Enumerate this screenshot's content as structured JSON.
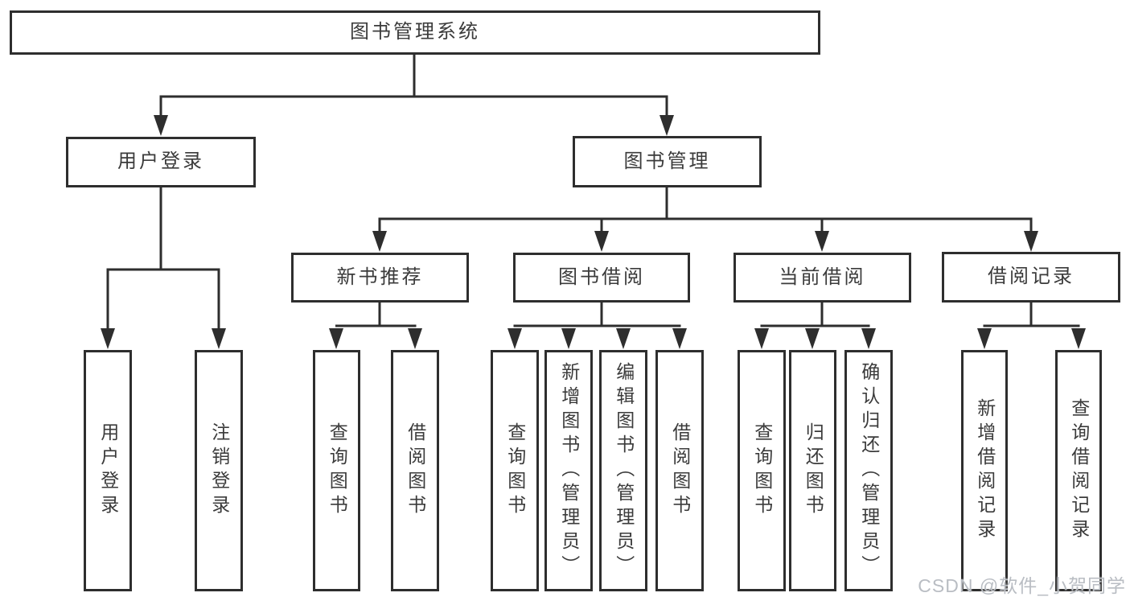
{
  "colors": {
    "line": "#2e2e2e",
    "text": "#3b3b3b",
    "watermark": "#b9bdc3",
    "background": "#ffffff"
  },
  "watermark": {
    "text": "CSDN @软件_小贺同学"
  },
  "tree": {
    "root": {
      "label": "图书管理系统"
    },
    "branches": [
      {
        "label": "用户登录",
        "children": [
          {
            "label": "用户登录"
          },
          {
            "label": "注销登录"
          }
        ]
      },
      {
        "label": "图书管理",
        "children": [
          {
            "label": "新书推荐",
            "children": [
              {
                "label": "查询图书"
              },
              {
                "label": "借阅图书"
              }
            ]
          },
          {
            "label": "图书借阅",
            "children": [
              {
                "label": "查询图书"
              },
              {
                "label": "新增图书（管理员）"
              },
              {
                "label": "编辑图书（管理员）"
              },
              {
                "label": "借阅图书"
              }
            ]
          },
          {
            "label": "当前借阅",
            "children": [
              {
                "label": "查询图书"
              },
              {
                "label": "归还图书"
              },
              {
                "label": "确认归还（管理员）"
              }
            ]
          },
          {
            "label": "借阅记录",
            "children": [
              {
                "label": "新增借阅记录"
              },
              {
                "label": "查询借阅记录"
              }
            ]
          }
        ]
      }
    ]
  }
}
